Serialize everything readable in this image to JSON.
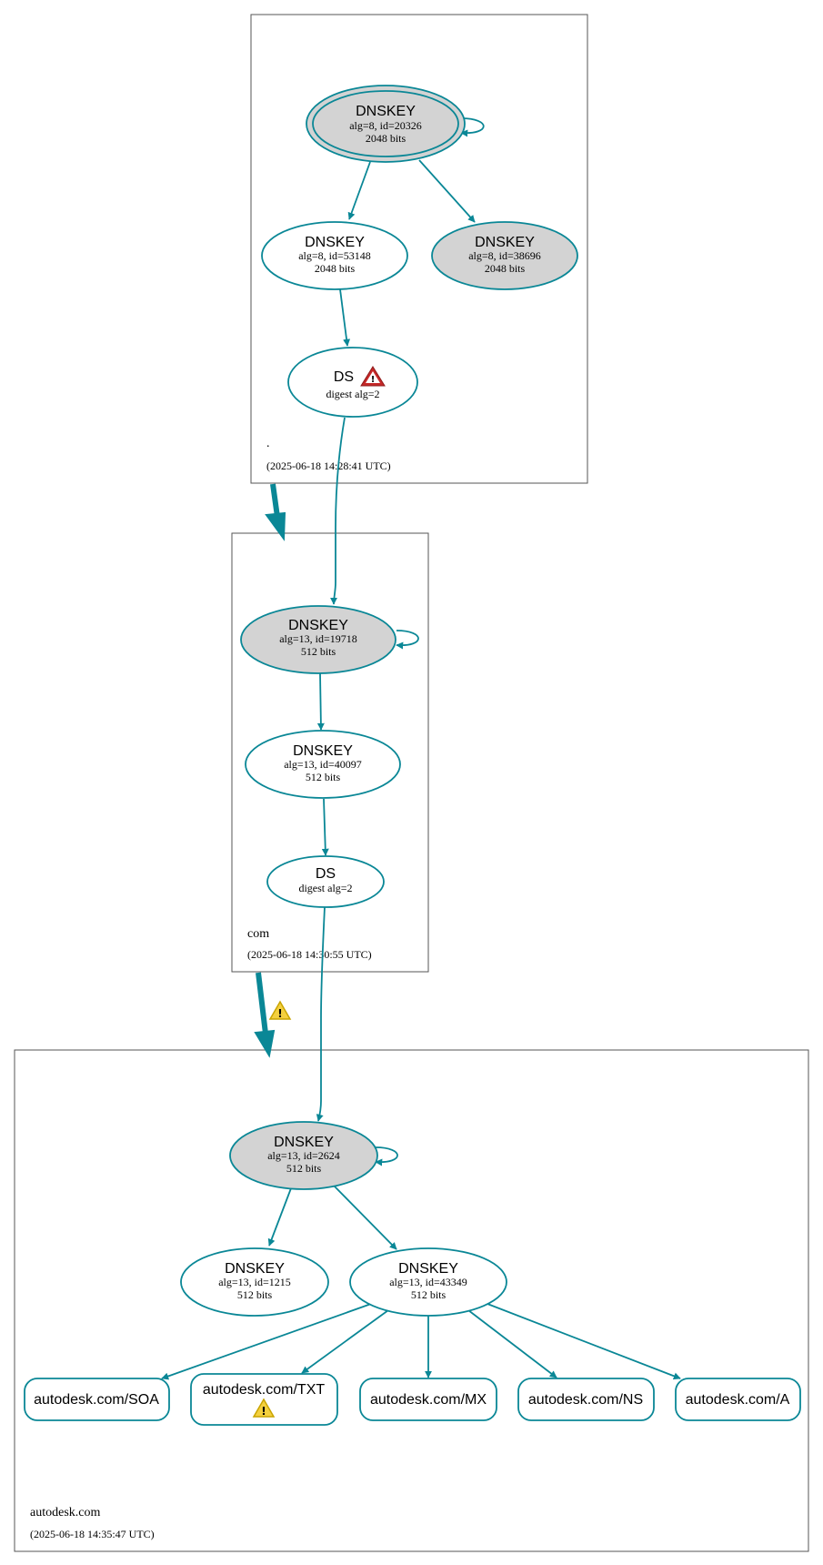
{
  "zones": {
    "root": {
      "name": ".",
      "timestamp": "(2025-06-18 14:28:41 UTC)"
    },
    "com": {
      "name": "com",
      "timestamp": "(2025-06-18 14:30:55 UTC)"
    },
    "autodesk": {
      "name": "autodesk.com",
      "timestamp": "(2025-06-18 14:35:47 UTC)"
    }
  },
  "nodes": {
    "root_ksk": {
      "title": "DNSKEY",
      "line1": "alg=8, id=20326",
      "line2": "2048 bits"
    },
    "root_zsk": {
      "title": "DNSKEY",
      "line1": "alg=8, id=53148",
      "line2": "2048 bits"
    },
    "root_key2": {
      "title": "DNSKEY",
      "line1": "alg=8, id=38696",
      "line2": "2048 bits"
    },
    "root_ds": {
      "title": "DS",
      "line1": "digest alg=2"
    },
    "com_ksk": {
      "title": "DNSKEY",
      "line1": "alg=13, id=19718",
      "line2": "512 bits"
    },
    "com_zsk": {
      "title": "DNSKEY",
      "line1": "alg=13, id=40097",
      "line2": "512 bits"
    },
    "com_ds": {
      "title": "DS",
      "line1": "digest alg=2"
    },
    "ad_ksk": {
      "title": "DNSKEY",
      "line1": "alg=13, id=2624",
      "line2": "512 bits"
    },
    "ad_key1215": {
      "title": "DNSKEY",
      "line1": "alg=13, id=1215",
      "line2": "512 bits"
    },
    "ad_zsk": {
      "title": "DNSKEY",
      "line1": "alg=13, id=43349",
      "line2": "512 bits"
    }
  },
  "rrsets": {
    "soa": "autodesk.com/SOA",
    "txt": "autodesk.com/TXT",
    "mx": "autodesk.com/MX",
    "ns": "autodesk.com/NS",
    "a": "autodesk.com/A"
  },
  "colors": {
    "edge": "#0a8796",
    "grey_fill": "#d3d3d3",
    "error_red": "#c62828",
    "warning_yellow": "#f4d03f"
  }
}
